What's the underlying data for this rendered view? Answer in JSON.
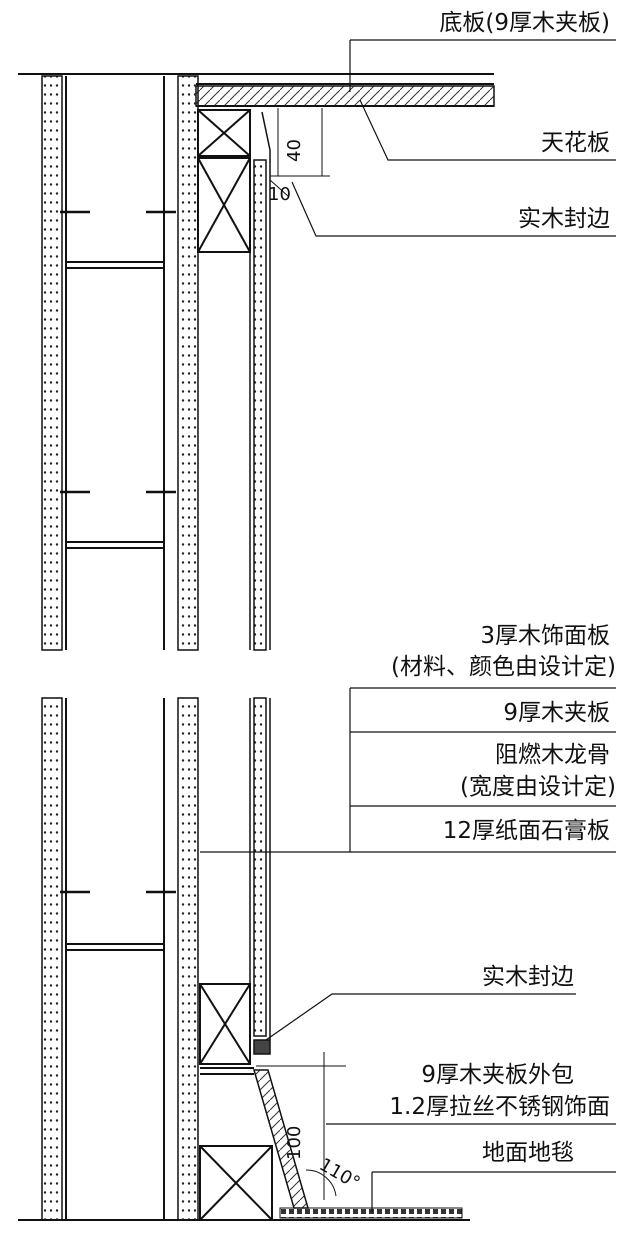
{
  "callouts": {
    "base_board": "底板(9厚木夹板)",
    "ceiling_board": "天花板",
    "solid_wood_edge_top": "实木封边",
    "veneer_panel": "3厚木饰面板",
    "veneer_note": "(材料、颜色由设计定)",
    "plywood_9": "9厚木夹板",
    "fire_keel": "阻燃木龙骨",
    "keel_note": "(宽度由设计定)",
    "gypsum_12": "12厚纸面石膏板",
    "solid_wood_edge_bottom": "实木封边",
    "plywood_wrap": "9厚木夹板外包",
    "stainless_face": "1.2厚拉丝不锈钢饰面",
    "floor_carpet": "地面地毯"
  },
  "dimensions": {
    "top_offset": "40",
    "edge_thickness": "10",
    "skirting_height": "100",
    "skirting_angle": "110°"
  }
}
